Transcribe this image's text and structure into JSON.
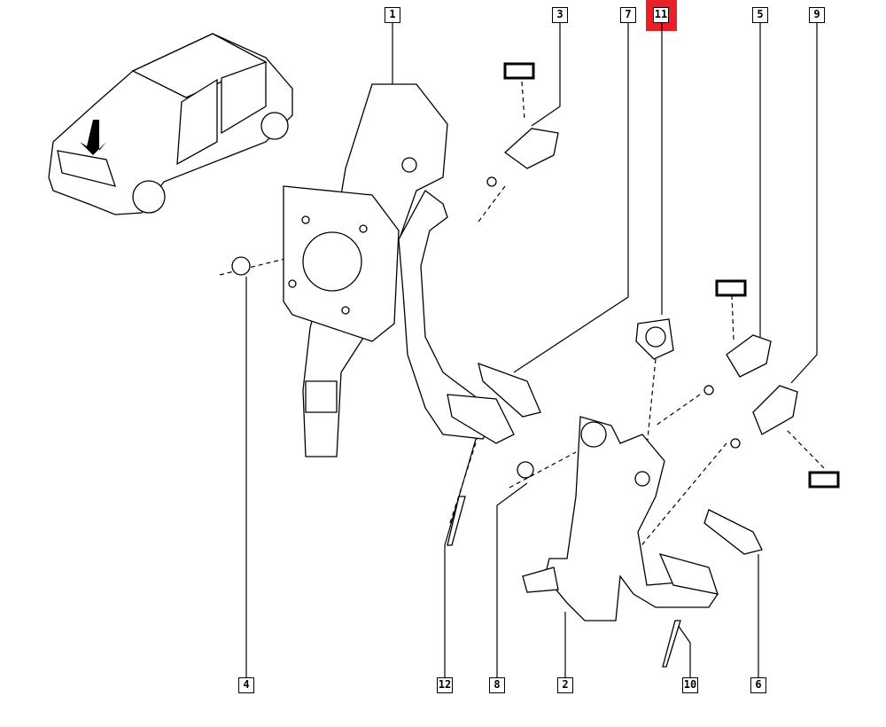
{
  "diagram": {
    "title": "Pedal assembly parts diagram",
    "highlight_color": "#e8202a",
    "callouts_top": [
      "1",
      "3",
      "7",
      "11",
      "5",
      "9"
    ],
    "callouts_bottom": [
      "4",
      "12",
      "8",
      "2",
      "10",
      "6"
    ],
    "highlighted_callout": "11"
  }
}
